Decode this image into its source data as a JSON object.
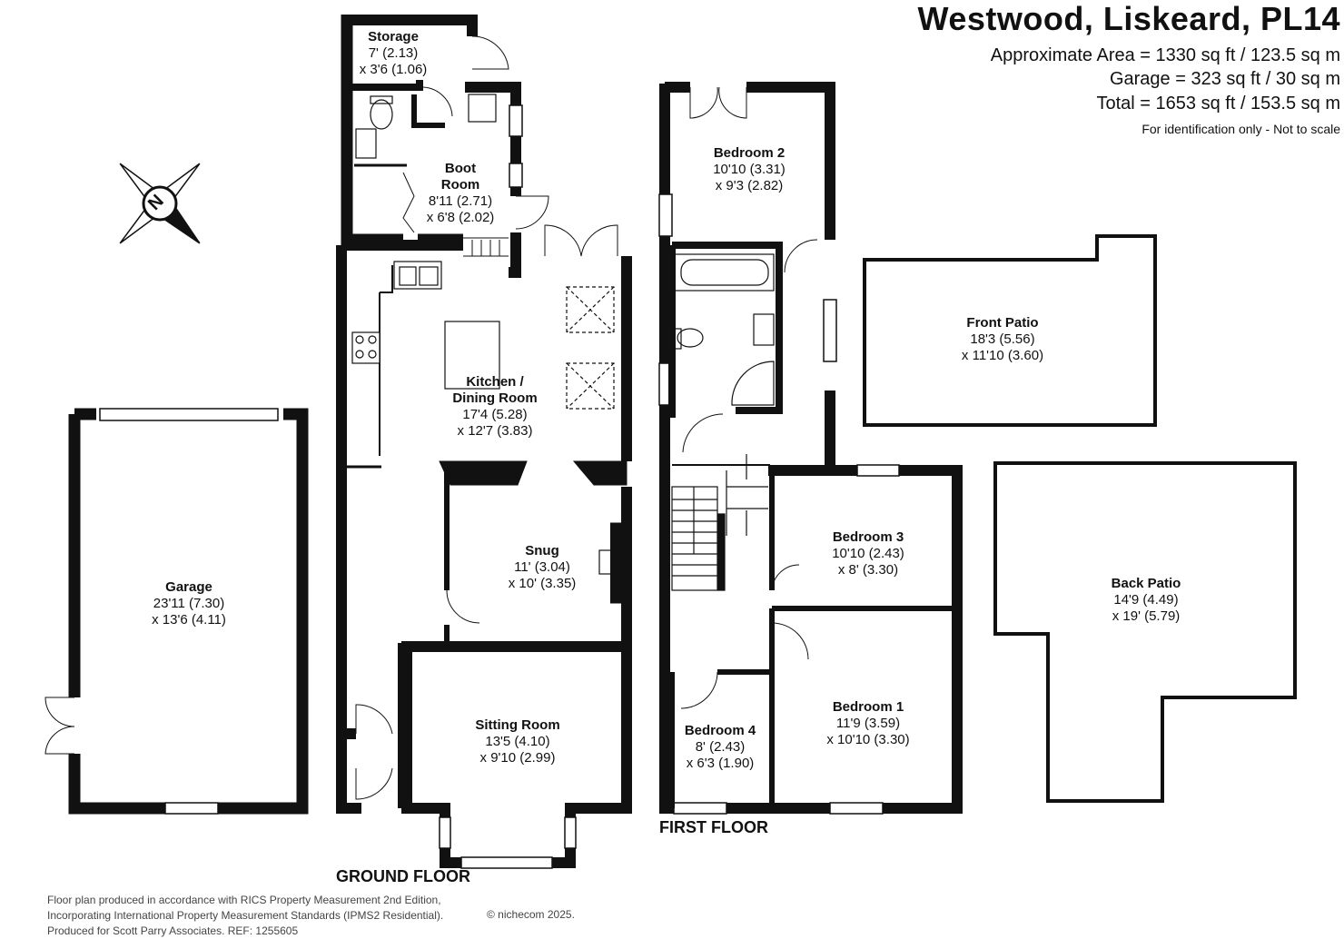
{
  "header": {
    "title": "Westwood, Liskeard, PL14",
    "area_approx": "Approximate Area = 1330 sq ft / 123.5 sq m",
    "area_garage": "Garage = 323 sq ft / 30 sq m",
    "area_total": "Total = 1653 sq ft / 153.5 sq m",
    "note": "For identification only - Not to scale"
  },
  "compass": {
    "label": "N",
    "icon": "compass-icon"
  },
  "ground_floor": {
    "label": "GROUND FLOOR",
    "rooms": {
      "storage": {
        "name": "Storage",
        "dim1": "7' (2.13)",
        "dim2": "x 3'6 (1.06)"
      },
      "boot_room": {
        "name1": "Boot",
        "name2": "Room",
        "dim1": "8'11 (2.71)",
        "dim2": "x 6'8 (2.02)"
      },
      "kitchen": {
        "name1": "Kitchen /",
        "name2": "Dining Room",
        "dim1": "17'4 (5.28)",
        "dim2": "x 12'7 (3.83)"
      },
      "snug": {
        "name": "Snug",
        "dim1": "11' (3.04)",
        "dim2": "x 10' (3.35)"
      },
      "sitting_room": {
        "name": "Sitting Room",
        "dim1": "13'5 (4.10)",
        "dim2": "x 9'10 (2.99)"
      },
      "garage": {
        "name": "Garage",
        "dim1": "23'11 (7.30)",
        "dim2": "x 13'6 (4.11)"
      }
    }
  },
  "first_floor": {
    "label": "FIRST FLOOR",
    "rooms": {
      "bedroom2": {
        "name": "Bedroom 2",
        "dim1": "10'10 (3.31)",
        "dim2": "x 9'3 (2.82)"
      },
      "bedroom3": {
        "name": "Bedroom 3",
        "dim1": "10'10 (2.43)",
        "dim2": "x 8' (3.30)"
      },
      "bedroom1": {
        "name": "Bedroom 1",
        "dim1": "11'9 (3.59)",
        "dim2": "x 10'10 (3.30)"
      },
      "bedroom4": {
        "name": "Bedroom 4",
        "dim1": "8' (2.43)",
        "dim2": "x 6'3 (1.90)"
      }
    }
  },
  "outdoor": {
    "front_patio": {
      "name": "Front Patio",
      "dim1": "18'3 (5.56)",
      "dim2": "x 11'10 (3.60)"
    },
    "back_patio": {
      "name": "Back Patio",
      "dim1": "14'9 (4.49)",
      "dim2": "x 19' (5.79)"
    }
  },
  "footer": {
    "line1": "Floor plan produced in accordance with RICS Property Measurement 2nd Edition,",
    "line2": "Incorporating International Property Measurement Standards (IPMS2 Residential).",
    "line3": "Produced for Scott Parry Associates.   REF: 1255605",
    "credit": "© nichecom 2025."
  },
  "colors": {
    "wall": "#111111",
    "line": "#222222",
    "background": "#ffffff"
  }
}
